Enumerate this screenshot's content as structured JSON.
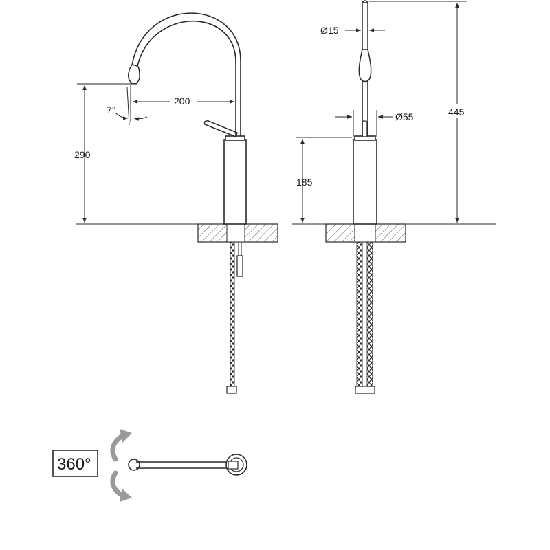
{
  "dimensions": {
    "spout_reach": "200",
    "spout_angle": "7°",
    "spout_height": "290",
    "outlet_diameter": "Ø15",
    "base_diameter": "Ø55",
    "body_height": "185",
    "total_height": "445"
  },
  "rotation": {
    "label": "360°"
  },
  "colors": {
    "line": "#2a2a2a",
    "hatch": "#555555",
    "arrow_gray": "#9a9a9a"
  },
  "icons": {
    "rotation_arrows": "curved-arrows-icon"
  }
}
